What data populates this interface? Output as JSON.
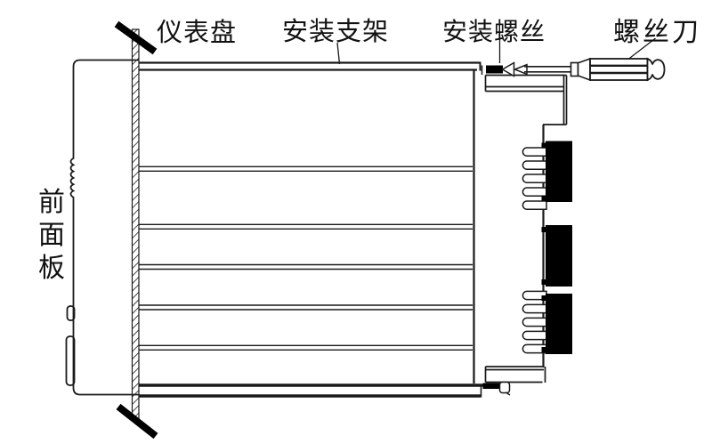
{
  "diagram": {
    "type": "technical-line-drawing",
    "subject": "panel-mount instrument installation side view",
    "labels": {
      "instrument_panel": "仪表盘",
      "mounting_bracket": "安装支架",
      "mounting_screw": "安装螺丝",
      "screwdriver": "螺丝刀",
      "front_panel": "前面板"
    },
    "colors": {
      "line": "#1a1a1a",
      "solid_fill": "#000000",
      "background": "#ffffff"
    }
  }
}
